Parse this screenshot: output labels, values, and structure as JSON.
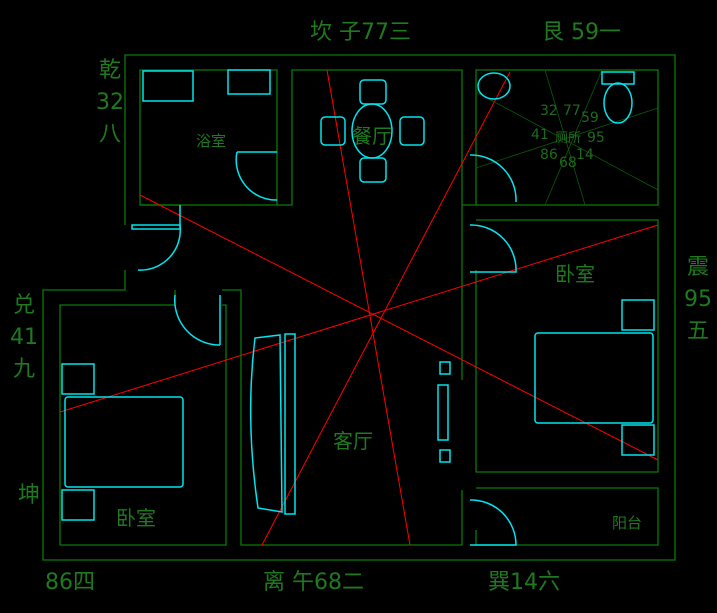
{
  "directions": {
    "north": "坎 子77三",
    "northeast": "艮 59一",
    "northwest": [
      "乾",
      "32",
      "八"
    ],
    "west": [
      "兑",
      "41",
      "九"
    ],
    "southwest_char": "坤",
    "southwest_num": "86四",
    "south": "离 午68二",
    "southeast": "巽14六",
    "east": [
      "震",
      "95",
      "五"
    ]
  },
  "rooms": {
    "kitchen": "浴室",
    "dining": "餐厅",
    "bedroom_east": "卧室",
    "bedroom_west": "卧室",
    "living": "客厅",
    "balcony": "阳台",
    "bathroom_center": "厕所"
  },
  "compass_numbers": {
    "row1": [
      "32",
      "77",
      "59"
    ],
    "row2": [
      "41",
      "95"
    ],
    "row3": [
      "86",
      "68",
      "14"
    ]
  },
  "colors": {
    "wall": "#0a7a0a",
    "furniture": "#00e5ee",
    "axis": "#ff0000",
    "text": "#1f7a1f"
  }
}
